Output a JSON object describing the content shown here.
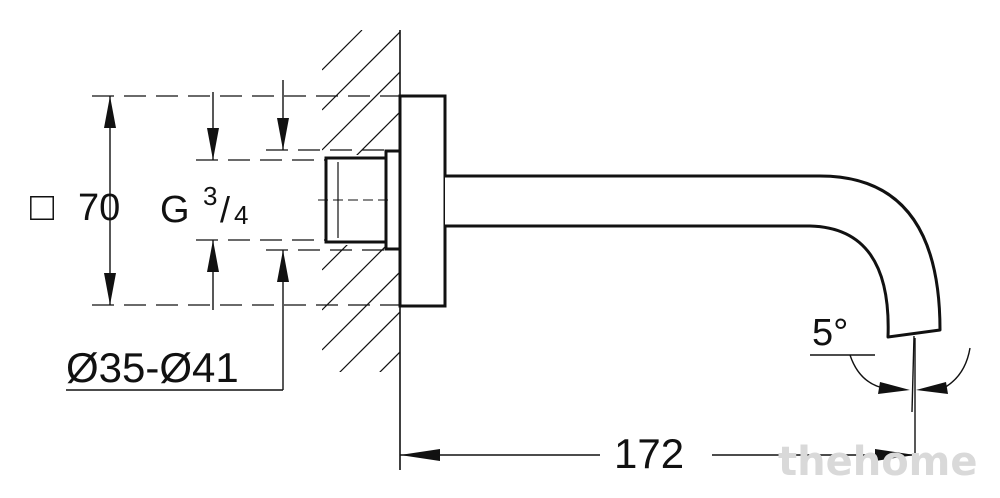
{
  "dimensions": {
    "square_symbol": "□",
    "square_value": "70",
    "thread_prefix": "G",
    "thread_numerator": "3",
    "thread_slash": "/",
    "thread_denominator": "4",
    "bore_range": "Ø35-Ø41",
    "angle": "5°",
    "length": "172"
  },
  "watermark": {
    "text": "thehome"
  },
  "colors": {
    "line": "#111111",
    "background": "#ffffff",
    "watermark": "#d9d9d9"
  }
}
